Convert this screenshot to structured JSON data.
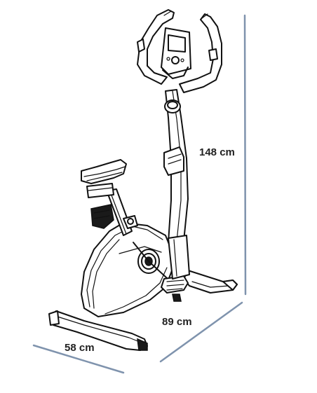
{
  "dimensions": {
    "height": "148 cm",
    "length": "89 cm",
    "width": "58 cm"
  },
  "colors": {
    "dimension_line": "#7f93ad",
    "ink": "#111111",
    "background": "#ffffff"
  }
}
